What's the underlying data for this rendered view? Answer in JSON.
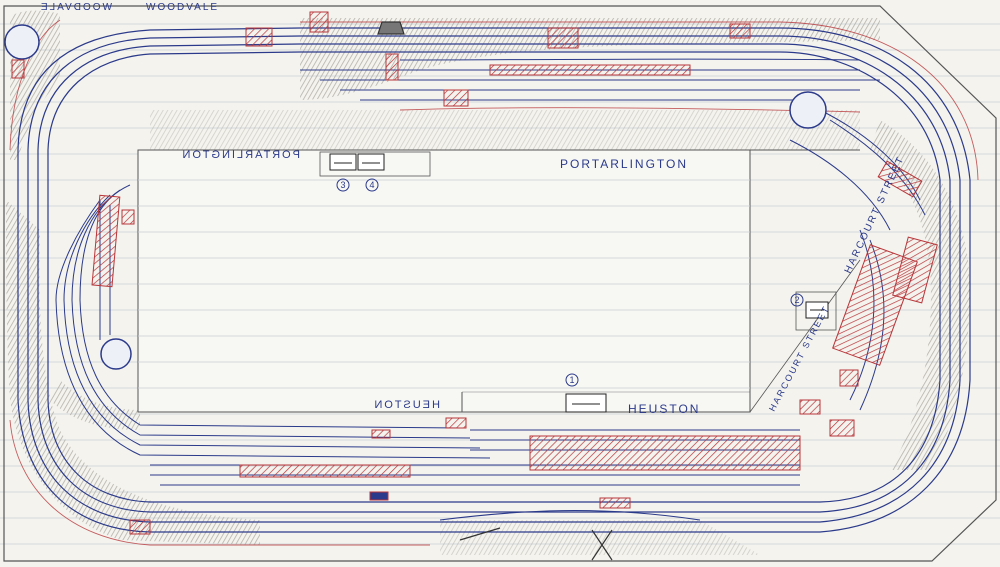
{
  "labels": {
    "portarlington": "PORTARLINGTON",
    "portarlington_mirror": "PORTARLINGTON",
    "heuston": "HEUSTON",
    "heuston_mirror": "HEUSTON",
    "harcourt_street": "HARCOURT STREET",
    "harcourt_street_2": "HARCOURT STREET",
    "woodvale": "WOODVALE",
    "woodvale_mirror": "WOODVALE"
  },
  "control_panels": [
    {
      "id": "1",
      "label": "1"
    },
    {
      "id": "2",
      "label": "2"
    },
    {
      "id": "3",
      "label": "3"
    },
    {
      "id": "4",
      "label": "4"
    }
  ],
  "colors": {
    "paper": "#f4f3ee",
    "ruled_line": "#c9cfd6",
    "track_blue": "#2b3a8a",
    "building_red": "#b8363a",
    "scenery_grey": "#b9b6ad"
  }
}
